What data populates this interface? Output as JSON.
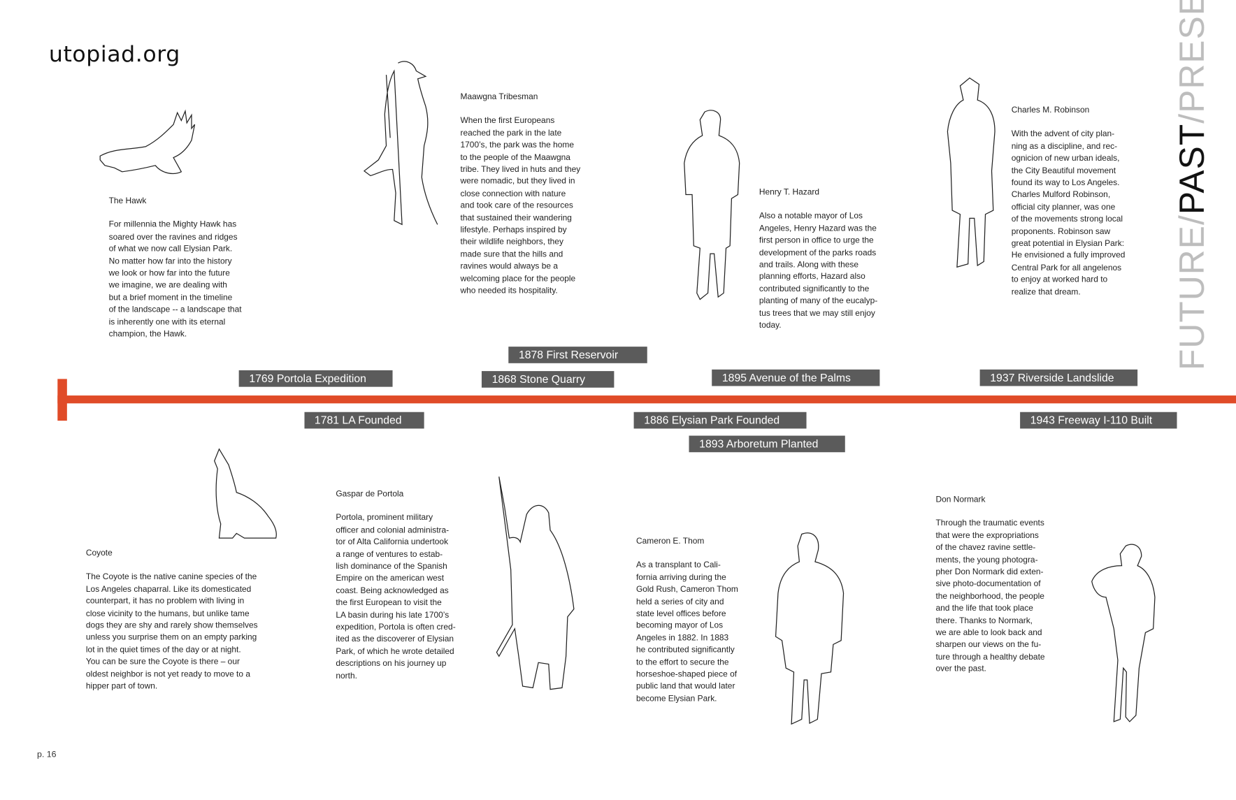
{
  "logo": "utopiad.org",
  "page_number": "p. 16",
  "side_title": {
    "future": "FUTURE",
    "sep1": "/",
    "past": "PAST",
    "sep2": "/",
    "present": "PRESENT"
  },
  "colors": {
    "timeline": "#e04b28",
    "label_bg": "#5b5b5b"
  },
  "timeline_events": [
    {
      "label": "1769 Portola Expedition"
    },
    {
      "label": "1781 LA Founded"
    },
    {
      "label": "1868 Stone Quarry"
    },
    {
      "label": "1878 First Reservoir"
    },
    {
      "label": "1886 Elysian Park Founded"
    },
    {
      "label": "1893 Arboretum Planted"
    },
    {
      "label": "1895 Avenue of the Palms"
    },
    {
      "label": "1937 Riverside Landslide"
    },
    {
      "label": "1943 Freeway I-110 Built"
    }
  ],
  "entries": {
    "hawk": {
      "title": "The Hawk",
      "body": "For millennia the Mighty Hawk has\nsoared over the ravines and ridges\nof what we now call Elysian Park.\nNo matter how far into the history\nwe look or how far into the future\nwe imagine, we are dealing with\nbut a brief moment in the timeline\nof the landscape -- a landscape that\nis inherently one with its eternal\nchampion, the Hawk."
    },
    "maawgna": {
      "title": "Maawgna Tribesman",
      "body": "When the first Europeans\nreached the park in the late\n1700’s, the park was the home\nto the people of the Maawgna\ntribe. They lived in huts and they\nwere nomadic, but they lived in\nclose connection with nature\nand took care of the resources\nthat sustained their wandering\nlifestyle. Perhaps inspired by\ntheir wildlife neighbors, they\nmade sure that the hills and\nravines would always be a\nwelcoming place for the people\nwho needed its hospitality."
    },
    "hazard": {
      "title": "Henry T. Hazard",
      "body": "Also a notable mayor of Los\nAngeles, Henry Hazard was the\nfirst person in office to urge the\ndevelopment of the parks roads\nand trails. Along with these\nplanning efforts, Hazard also\ncontributed significantly to the\nplanting of many of the eucalyp-\ntus trees that we may still enjoy\ntoday."
    },
    "robinson": {
      "title": "Charles M. Robinson",
      "body": "With the advent of city plan-\nning as a discipline, and rec-\nognicion of new urban ideals,\nthe City Beautiful movement\nfound its way to Los Angeles.\nCharles Mulford Robinson,\nofficial city planner, was one\nof the movements strong local\nproponents. Robinson  saw\ngreat potential in Elysian Park:\nHe envisioned a fully improved\nCentral Park for all angelenos\nto enjoy at worked hard to\nrealize that dream."
    },
    "coyote": {
      "title": "Coyote",
      "body": "The Coyote is the native canine species of the\nLos Angeles chaparral. Like its domesticated\ncounterpart, it has no problem with living in\nclose vicinity to the humans, but unlike tame\ndogs they are shy and rarely show themselves\nunless you surprise them on an empty parking\nlot in the quiet times of the day or at night.\nYou can be sure the Coyote is there – our\noldest neighbor is not yet ready to move to a\nhipper part of town."
    },
    "portola": {
      "title": "Gaspar de Portola",
      "body": "Portola, prominent military\nofficer and colonial administra-\ntor of Alta California undertook\na range of ventures to estab-\nlish dominance of the Spanish\nEmpire on the american west\ncoast. Being acknowledged as\nthe first European to visit the\nLA basin during his late 1700’s\nexpedition, Portola is often cred-\nited as the discoverer of Elysian\nPark, of which he wrote detailed\ndescriptions on his journey up\nnorth."
    },
    "thom": {
      "title": "Cameron E. Thom",
      "body": "As a transplant to Cali-\nfornia arriving during the\nGold Rush, Cameron Thom\nheld a series of city and\nstate level offices before\nbecoming mayor of Los\nAngeles in 1882. In 1883\nhe contributed significantly\nto the effort to secure the\nhorseshoe-shaped piece of\npublic land that would later\nbecome Elysian Park."
    },
    "normark": {
      "title": "Don Normark",
      "body": "Through the traumatic events\nthat were the expropriations\nof the chavez ravine settle-\nments, the young photogra-\npher Don Normark did exten-\nsive photo-documentation of\nthe neighborhood, the people\nand the life that took place\nthere. Thanks to Normark,\nwe are able to look back and\nsharpen our views on the fu-\nture through a healthy debate\nover the past."
    }
  }
}
